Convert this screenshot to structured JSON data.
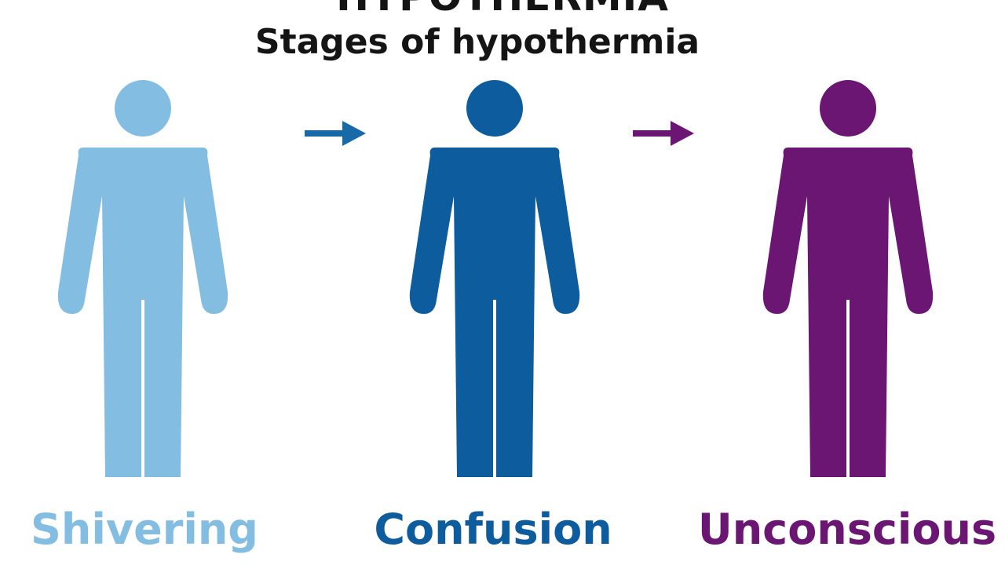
{
  "title": "HYPOTHERMIA",
  "subtitle": "Stages of hypothermia",
  "stages": [
    {
      "label": "Shivering",
      "color": "#83bde2"
    },
    {
      "label": "Confusion",
      "color": "#0d5c9e"
    },
    {
      "label": "Unconscious",
      "color": "#6b1672"
    }
  ],
  "arrows": [
    {
      "color": "#1769a8"
    },
    {
      "color": "#6b1672"
    }
  ]
}
